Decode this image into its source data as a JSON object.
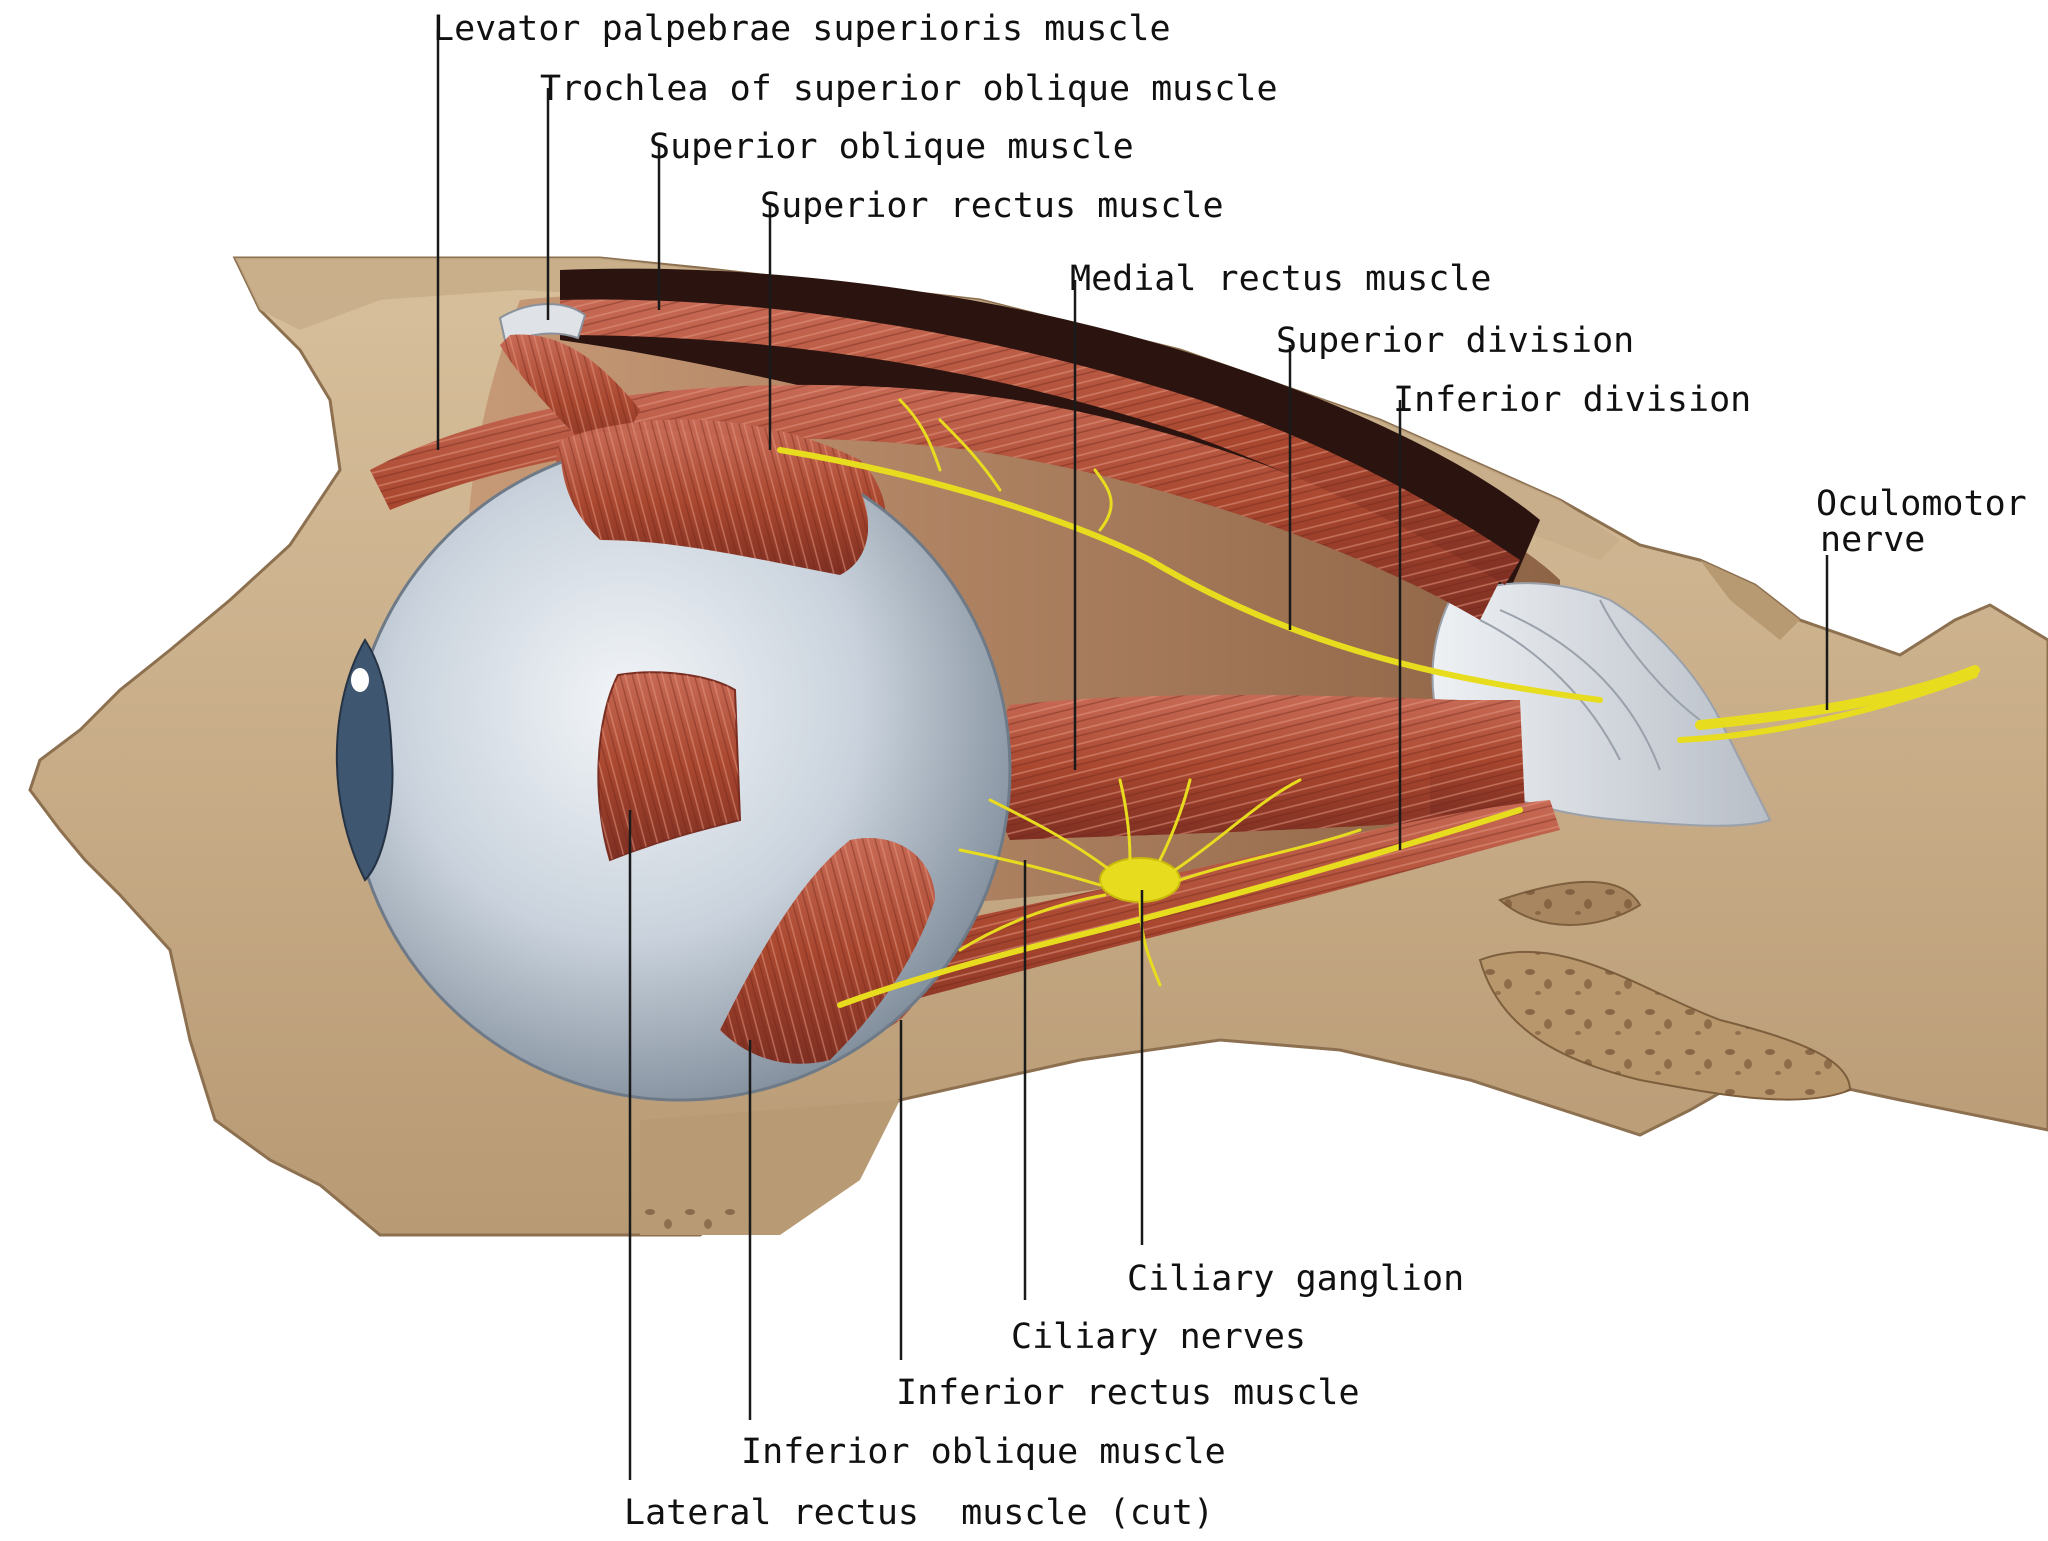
{
  "labels": {
    "levator": "Levator palpebrae superioris muscle",
    "trochlea": "Trochlea of superior oblique muscle",
    "superior_oblique": "Superior oblique muscle",
    "superior_rectus": "Superior rectus muscle",
    "medial_rectus": "Medial rectus muscle",
    "superior_division": "Superior division",
    "inferior_division": "Inferior division",
    "oculomotor_line1": "Oculomotor",
    "oculomotor_line2": "nerve",
    "ciliary_ganglion": "Ciliary ganglion",
    "ciliary_nerves": "Ciliary nerves",
    "inferior_rectus": "Inferior rectus muscle",
    "inferior_oblique": "Inferior oblique muscle",
    "lateral_rectus": "Lateral rectus  muscle (cut)"
  },
  "colors": {
    "bone": "#cdb28f",
    "bone_dark": "#a98b66",
    "muscle": "#b5523e",
    "muscle_dark": "#8a3427",
    "nerve": "#e8dc1f",
    "globe": "#c3cdd8",
    "tendon": "#d9dde4",
    "orbit_shadow": "#2b1410"
  }
}
